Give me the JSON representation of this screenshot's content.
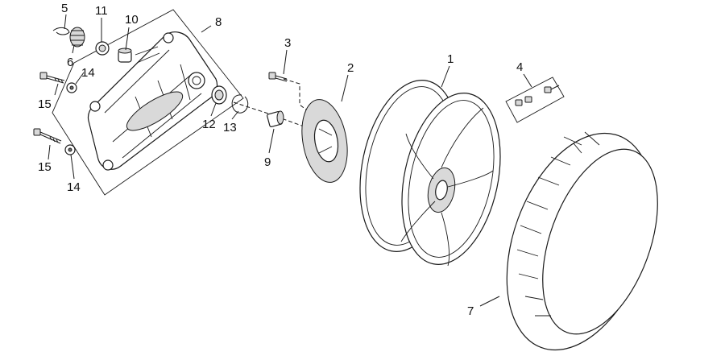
{
  "callouts": {
    "c1": "1",
    "c2": "2",
    "c3": "3",
    "c4": "4",
    "c5": "5",
    "c6": "6",
    "c7": "7",
    "c8": "8",
    "c9": "9",
    "c10": "10",
    "c11": "11",
    "c12": "12",
    "c13": "13",
    "c14a": "14",
    "c14b": "14",
    "c15a": "15",
    "c15b": "15"
  }
}
